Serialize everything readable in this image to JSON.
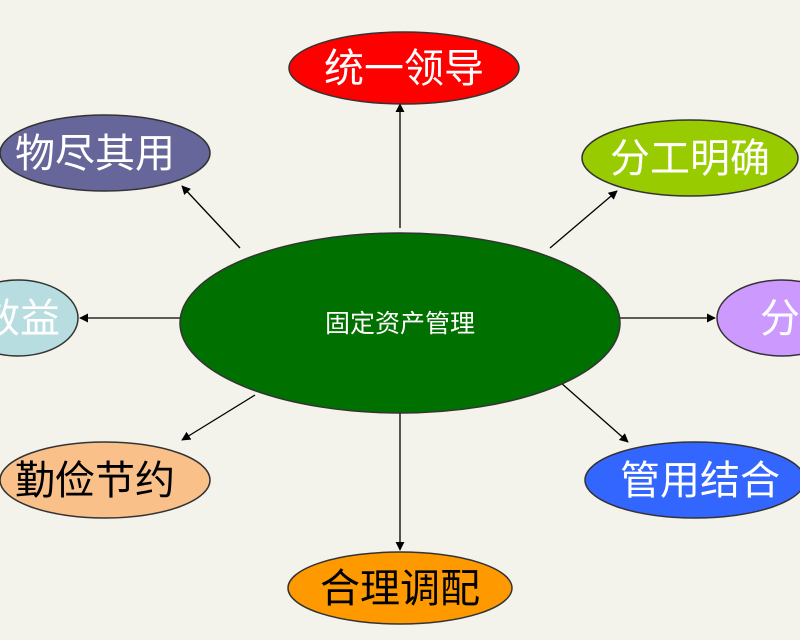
{
  "center": {
    "label": "固定资产管理",
    "color": "#007000",
    "text_color": "#ffffff"
  },
  "nodes": [
    {
      "id": "top",
      "label": "统一领导",
      "color": "#ff0000",
      "text_color": "#ffffff"
    },
    {
      "id": "top-left",
      "label": "物尽其用",
      "color": "#66669a",
      "text_color": "#ffffff"
    },
    {
      "id": "top-right",
      "label": "分工明确",
      "color": "#99cc00",
      "text_color": "#ffffff"
    },
    {
      "id": "left",
      "label": "效益",
      "color": "#b8dde0",
      "text_color": "#ffffff"
    },
    {
      "id": "right",
      "label": "分级",
      "color": "#cc99ff",
      "text_color": "#ffffff"
    },
    {
      "id": "bottom-left",
      "label": "勤俭节约",
      "color": "#f9c08a",
      "text_color": "#000000"
    },
    {
      "id": "bottom-right",
      "label": "管用结合",
      "color": "#3366ff",
      "text_color": "#ffffff"
    },
    {
      "id": "bottom",
      "label": "合理调配",
      "color": "#ff9900",
      "text_color": "#000000"
    }
  ]
}
